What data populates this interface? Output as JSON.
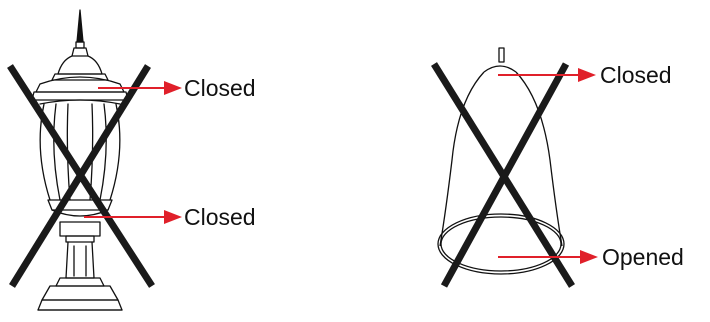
{
  "colors": {
    "line": "#111111",
    "arrow": "#e0202a",
    "cross": "#1a1a1a",
    "background": "#ffffff"
  },
  "left_fixture": {
    "name": "post-lantern",
    "top_label": "Closed",
    "bottom_label": "Closed"
  },
  "right_fixture": {
    "name": "pendant-shade",
    "top_label": "Closed",
    "bottom_label": "Opened"
  }
}
